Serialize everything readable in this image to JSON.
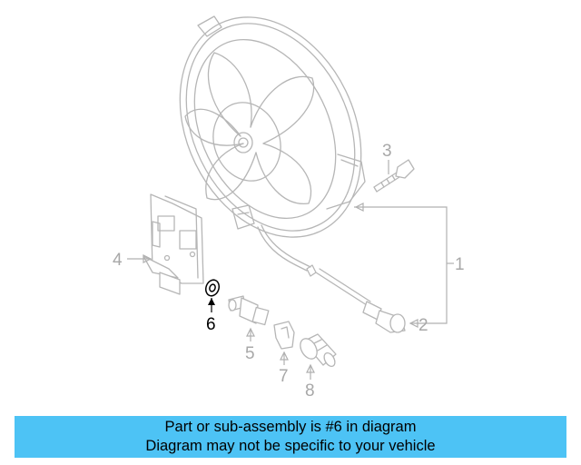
{
  "callouts": {
    "c1": "1",
    "c2": "2",
    "c3": "3",
    "c4": "4",
    "c5": "5",
    "c6": "6",
    "c7": "7",
    "c8": "8"
  },
  "highlighted_part": "6",
  "colors": {
    "banner_background": "#4dc3f5",
    "part_stroke": "#b6b6b6",
    "highlight": "#000000"
  },
  "banner": {
    "line1": "Part or sub-assembly is #6 in diagram",
    "line2": "Diagram may not be specific to your vehicle"
  }
}
